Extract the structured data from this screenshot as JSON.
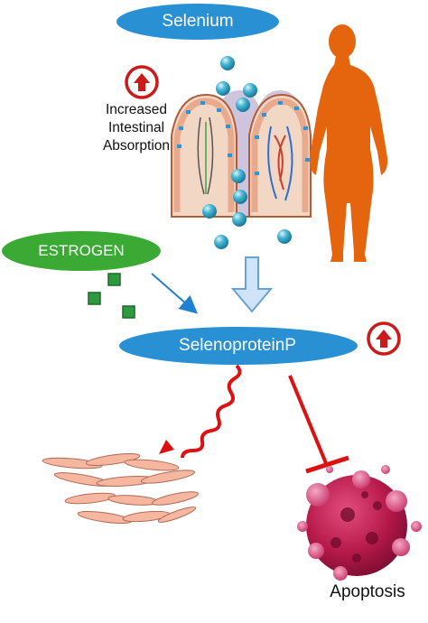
{
  "labels": {
    "selenium": "Selenium",
    "estrogen": "ESTROGEN",
    "selenoprotein": "SelenoproteinP",
    "absorption_line1": "Increased",
    "absorption_line2": "Intestinal",
    "absorption_line3": "Absorption",
    "apoptosis": "Apoptosis"
  },
  "colors": {
    "selenium_ellipse": "#2a90d4",
    "estrogen_ellipse": "#3aaa35",
    "selenoprotein_ellipse": "#2a90d4",
    "body_silhouette": "#e5650f",
    "increase_icon": "#cc1a1a",
    "red_arrow": "#dd1111",
    "blue_arrow": "#1f7fd0",
    "down_arrow_fill": "#cfe4f8",
    "apoptotic_cell": "#b5194a",
    "muscle_fibers": "#f5b7a0",
    "estrogen_squares": "#2e9a3e",
    "selenium_particles": "#2fa6c4"
  },
  "icons": [
    "increase-arrow-icon",
    "increase-arrow-icon-seleno",
    "body-silhouette",
    "intestinal-villi",
    "apoptotic-cell",
    "muscle-cells"
  ]
}
